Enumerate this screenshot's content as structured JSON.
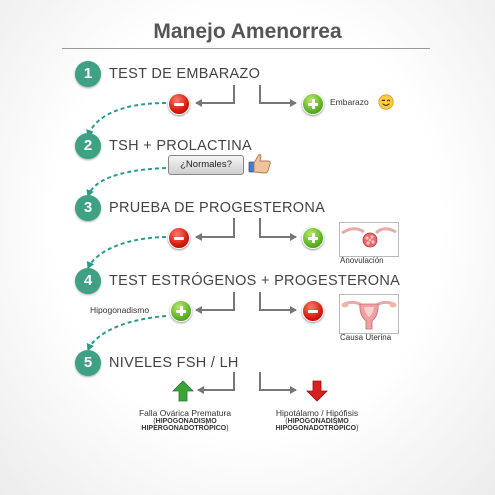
{
  "title": "Manejo Amenorrea",
  "steps": [
    {
      "number": "1",
      "label": "TEST DE EMBARAZO"
    },
    {
      "number": "2",
      "label": "TSH + PROLACTINA"
    },
    {
      "number": "3",
      "label": "PRUEBA DE PROGESTERONA"
    },
    {
      "number": "4",
      "label": "TEST ESTRÓGENOS + PROGESTERONA"
    },
    {
      "number": "5",
      "label": "NIVELES FSH / LH"
    }
  ],
  "labels": {
    "embarazo": "Embarazo",
    "normales": "¿Normales?",
    "anovulacion": "Anovulación",
    "hipogonadismo": "Hipogonadismo",
    "causa_uterina": "Causa Uterina",
    "falla_line1": "Falla Ovárica Prematura",
    "falla_line2_open": "(",
    "falla_line2_bold": "HIPOGONADISMO",
    "falla_line3_bold": "HIPERGONADOTRÓPICO",
    "falla_line3_close": ")",
    "hipo_line1": "Hipotálamo / Hipófisis",
    "hipo_line2_open": "(",
    "hipo_line2_bold": "HIPOGONADISMO",
    "hipo_line3_bold": "HIPOGONADOTRÓPICO",
    "hipo_line3_close": ")"
  },
  "icons": {
    "negative": "minus-circle-icon",
    "positive": "plus-circle-icon",
    "wink": "wink-emoji-icon",
    "thumbs": "thumbs-up-icon",
    "ovary": "ovary-illustration",
    "uterus": "uterus-illustration",
    "up": "up-arrow-icon",
    "down": "down-arrow-icon"
  },
  "colors": {
    "step_circle": "#3fa184",
    "flow_arrow": "#2a9c8c",
    "negative": "#d4190c",
    "positive": "#5fb325",
    "up_arrow": "#3aa33a",
    "down_arrow": "#d91f1f"
  }
}
